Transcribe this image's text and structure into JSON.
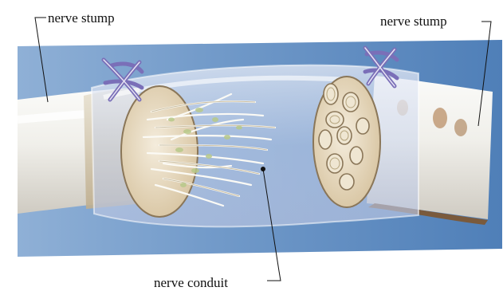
{
  "labels": {
    "left_stump": "nerve stump",
    "right_stump": "nerve stump",
    "conduit": "nerve conduit"
  },
  "colors": {
    "background_blue": "#5b88bf",
    "stump_white": "#f1f1ef",
    "conduit_tint": "#cfd8ee",
    "fascicle_tan": "#e2d3b8",
    "suture_purple": "#7a6fb8",
    "axon_green": "#b8c98a"
  }
}
